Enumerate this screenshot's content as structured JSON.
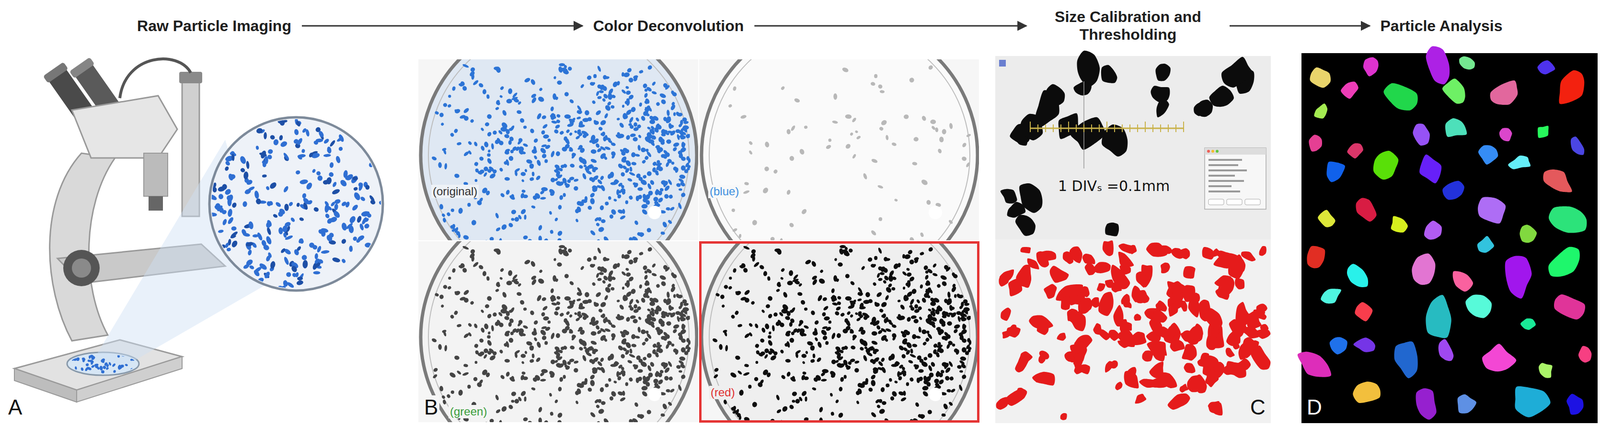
{
  "diagram": {
    "nodes": [
      {
        "text": [
          "Raw Particle Imaging"
        ]
      },
      {
        "text": [
          "Color Deconvolution"
        ]
      },
      {
        "text": [
          "Size Calibration and Thresholding"
        ]
      },
      {
        "text": [
          "Particle Analysis"
        ]
      }
    ],
    "edges": [
      {
        "from": 0,
        "to": 1,
        "arrow": "to"
      },
      {
        "from": 1,
        "to": 2,
        "arrow": "to"
      },
      {
        "from": 2,
        "to": 3,
        "arrow": "to"
      }
    ],
    "labels": [
      "A",
      "(original)",
      "(blue)",
      "(green)",
      "(red)",
      "B",
      "1 DIVₛ =0.1mm",
      "C",
      "D"
    ]
  }
}
